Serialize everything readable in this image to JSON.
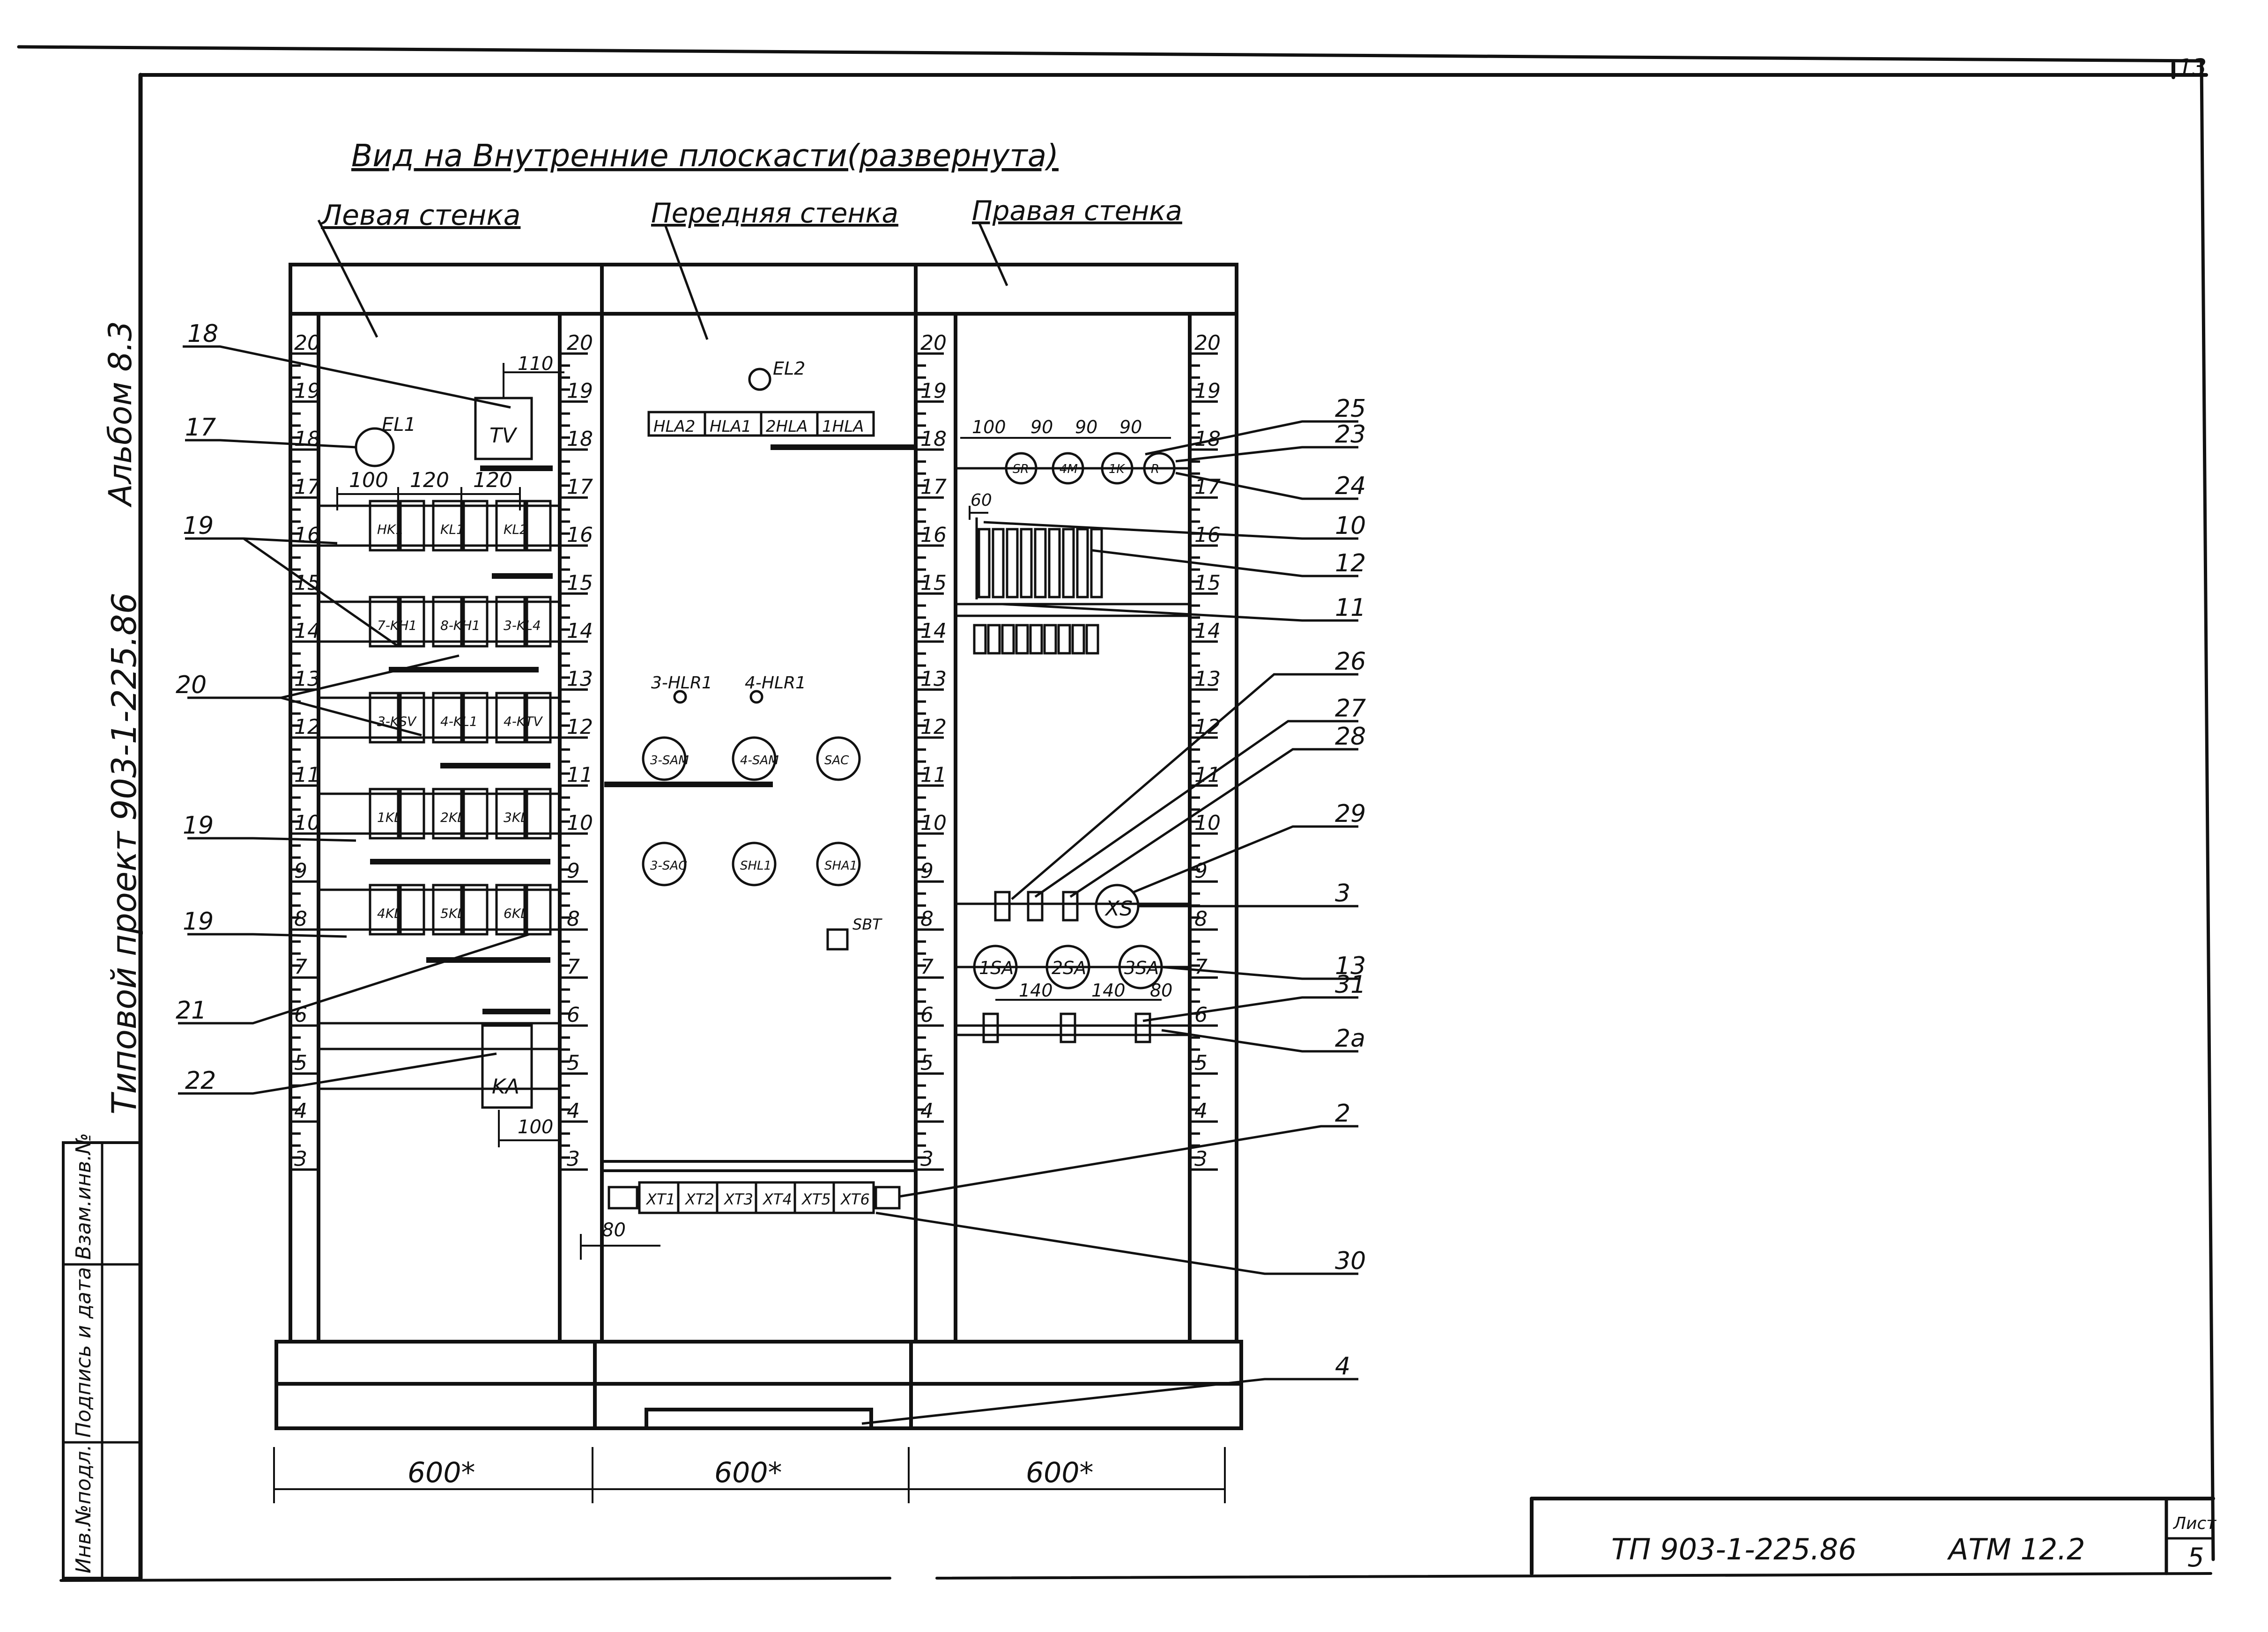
{
  "sheet": {
    "corner_number": "13",
    "title": "Вид на Внутренние плоскасти(развернута)",
    "margin_album": "Альбом 8.3",
    "margin_project": "Типовой проект 903-1-225.86",
    "stamp": [
      "Инв.№подл.",
      "Подпись и дата",
      "Взам.инв.№"
    ],
    "title_block": {
      "code": "ТП 903-1-225.86",
      "doc": "АТМ 12.2",
      "list_label": "Лист",
      "list_no": "5"
    }
  },
  "walls": {
    "left": "Левая стенка",
    "front": "Передняя стенка",
    "right": "Правая стенка",
    "width_label": "600*"
  },
  "scale_ticks": [
    "20",
    "19",
    "18",
    "17",
    "16",
    "15",
    "14",
    "13",
    "12",
    "11",
    "10",
    "9",
    "8",
    "7",
    "6",
    "5",
    "4",
    "3"
  ],
  "left_wall": {
    "device_el": "EL1",
    "device_tv": "TV",
    "device_ka": "KA",
    "dims": {
      "d110": "110",
      "d100": "100",
      "d120a": "120",
      "d120b": "120",
      "d100b": "100"
    },
    "rows": [
      [
        "HK1",
        "KL1",
        "KL2"
      ],
      [
        "7-KH1",
        "8-KH1",
        "3-KL4"
      ],
      [
        "3-KSV",
        "4-KL1",
        "4-KTV"
      ],
      [
        "1KL",
        "2KL",
        "3KL"
      ],
      [
        "4KL",
        "5KL",
        "6KL"
      ]
    ]
  },
  "front_wall": {
    "lamp": "EL2",
    "lamps_row": [
      "HLA2",
      "HLA1",
      "2HLA",
      "1HLA"
    ],
    "hl1": "3-HLR1",
    "hl2": "4-HLR1",
    "sw_row1": [
      "3-SAM",
      "4-SAM",
      "SAC"
    ],
    "sw_row2": [
      "3-SAC",
      "SHL1",
      "SHA1"
    ],
    "button": "SBT",
    "terminals": [
      "XT1",
      "XT2",
      "XT3",
      "XT4",
      "XT5",
      "XT6"
    ],
    "dim_80": "80"
  },
  "right_wall": {
    "dims_top": [
      "100",
      "90",
      "90",
      "90"
    ],
    "dim_60": "60",
    "meters": [
      "SR",
      "4M",
      "1K",
      "R"
    ],
    "socket": "XS",
    "switches": [
      "1SA",
      "2SA",
      "3SA"
    ],
    "dims_sw": [
      "140",
      "140",
      "80"
    ]
  },
  "callouts": {
    "left": [
      "18",
      "17",
      "19",
      "20",
      "19",
      "19",
      "21",
      "22"
    ],
    "right": [
      "25",
      "23",
      "24",
      "10",
      "12",
      "11",
      "26",
      "27",
      "28",
      "29",
      "3",
      "13",
      "31",
      "2а",
      "2",
      "30",
      "4"
    ]
  }
}
